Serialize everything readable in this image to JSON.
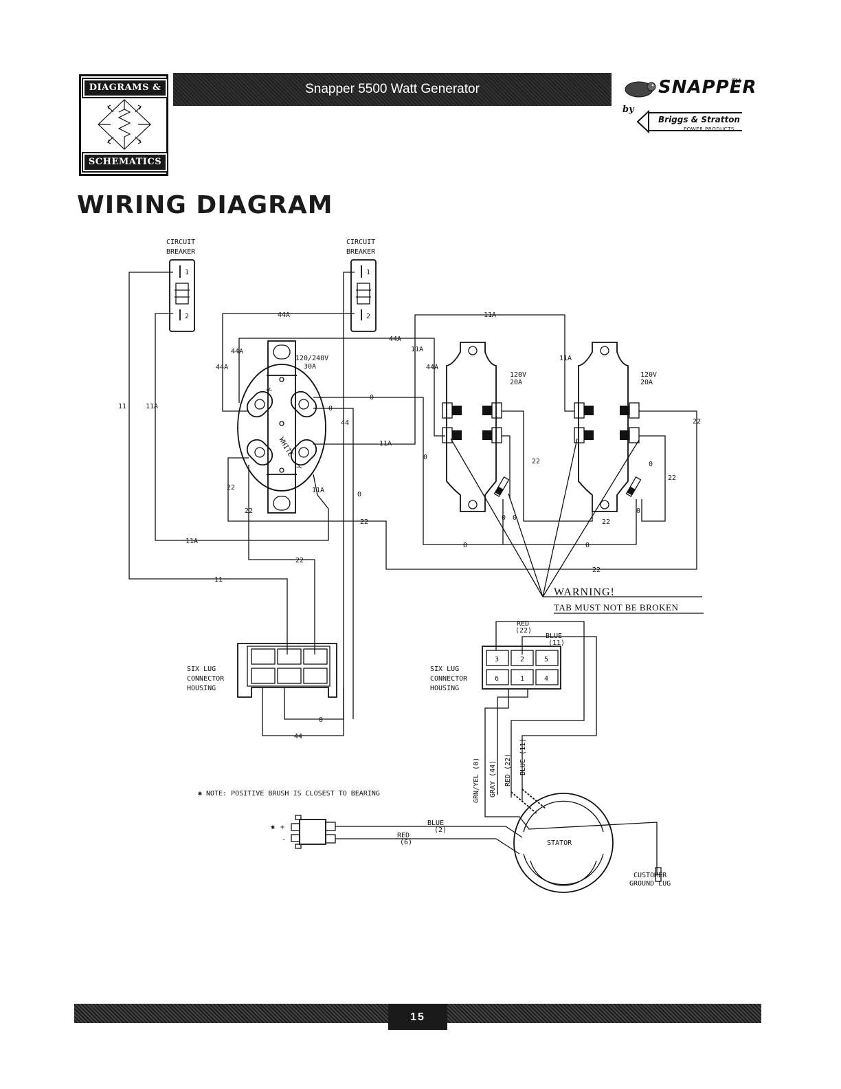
{
  "logo": {
    "top_text": "DIAGRAMS &",
    "bottom_text": "SCHEMATICS"
  },
  "header": {
    "title": "Snapper 5500 Watt Generator"
  },
  "brand": {
    "name": "SNAPPER",
    "tm": "TM",
    "by": "by",
    "sub_brand": "Briggs & Stratton",
    "sub_tag": "POWER PRODUCTS"
  },
  "page_heading": "WIRING DIAGRAM",
  "labels": {
    "cb_left_1": "CIRCUIT",
    "cb_left_2": "BREAKER",
    "cb_right_1": "CIRCUIT",
    "cb_right_2": "BREAKER",
    "pin1": "1",
    "pin2": "2",
    "w44a": "44A",
    "w11a": "11A",
    "w11": "11",
    "w0": "0",
    "w44": "44",
    "w22": "22",
    "rec30_1": "120/240V",
    "rec30_2": "30A",
    "rec20_1": "120V",
    "rec20_2": "20A",
    "x_mark": "X",
    "white": "WHITE",
    "y_mark": "Y",
    "six_lug_1": "SIX LUG",
    "six_lug_2": "CONNECTOR",
    "six_lug_3": "HOUSING",
    "red22_a": "RED",
    "red22_b": "(22)",
    "blue11_a": "BLUE",
    "blue11_b": "(11)",
    "pos3": "3",
    "pos2": "2",
    "pos5": "5",
    "pos6": "6",
    "pos1": "1",
    "pos4": "4",
    "grn_yel": "GRN/YEL (0)",
    "gray44": "GRAY (44)",
    "red22v": "RED (22)",
    "blue11v": "BLUE (11)",
    "note": "✱ NOTE: POSITIVE BRUSH IS CLOSEST TO BEARING",
    "blue2_a": "BLUE",
    "blue2_b": "(2)",
    "red6_a": "RED",
    "red6_b": "(6)",
    "brush_star": "✱",
    "brush_plus": "+",
    "brush_minus": "-",
    "stator": "STATOR",
    "ground_1": "CUSTOMER",
    "ground_2": "GROUND LUG",
    "warning_title": "WARNING!",
    "warning_sub": "TAB MUST NOT BE BROKEN"
  },
  "footer": {
    "page_number": "15"
  }
}
